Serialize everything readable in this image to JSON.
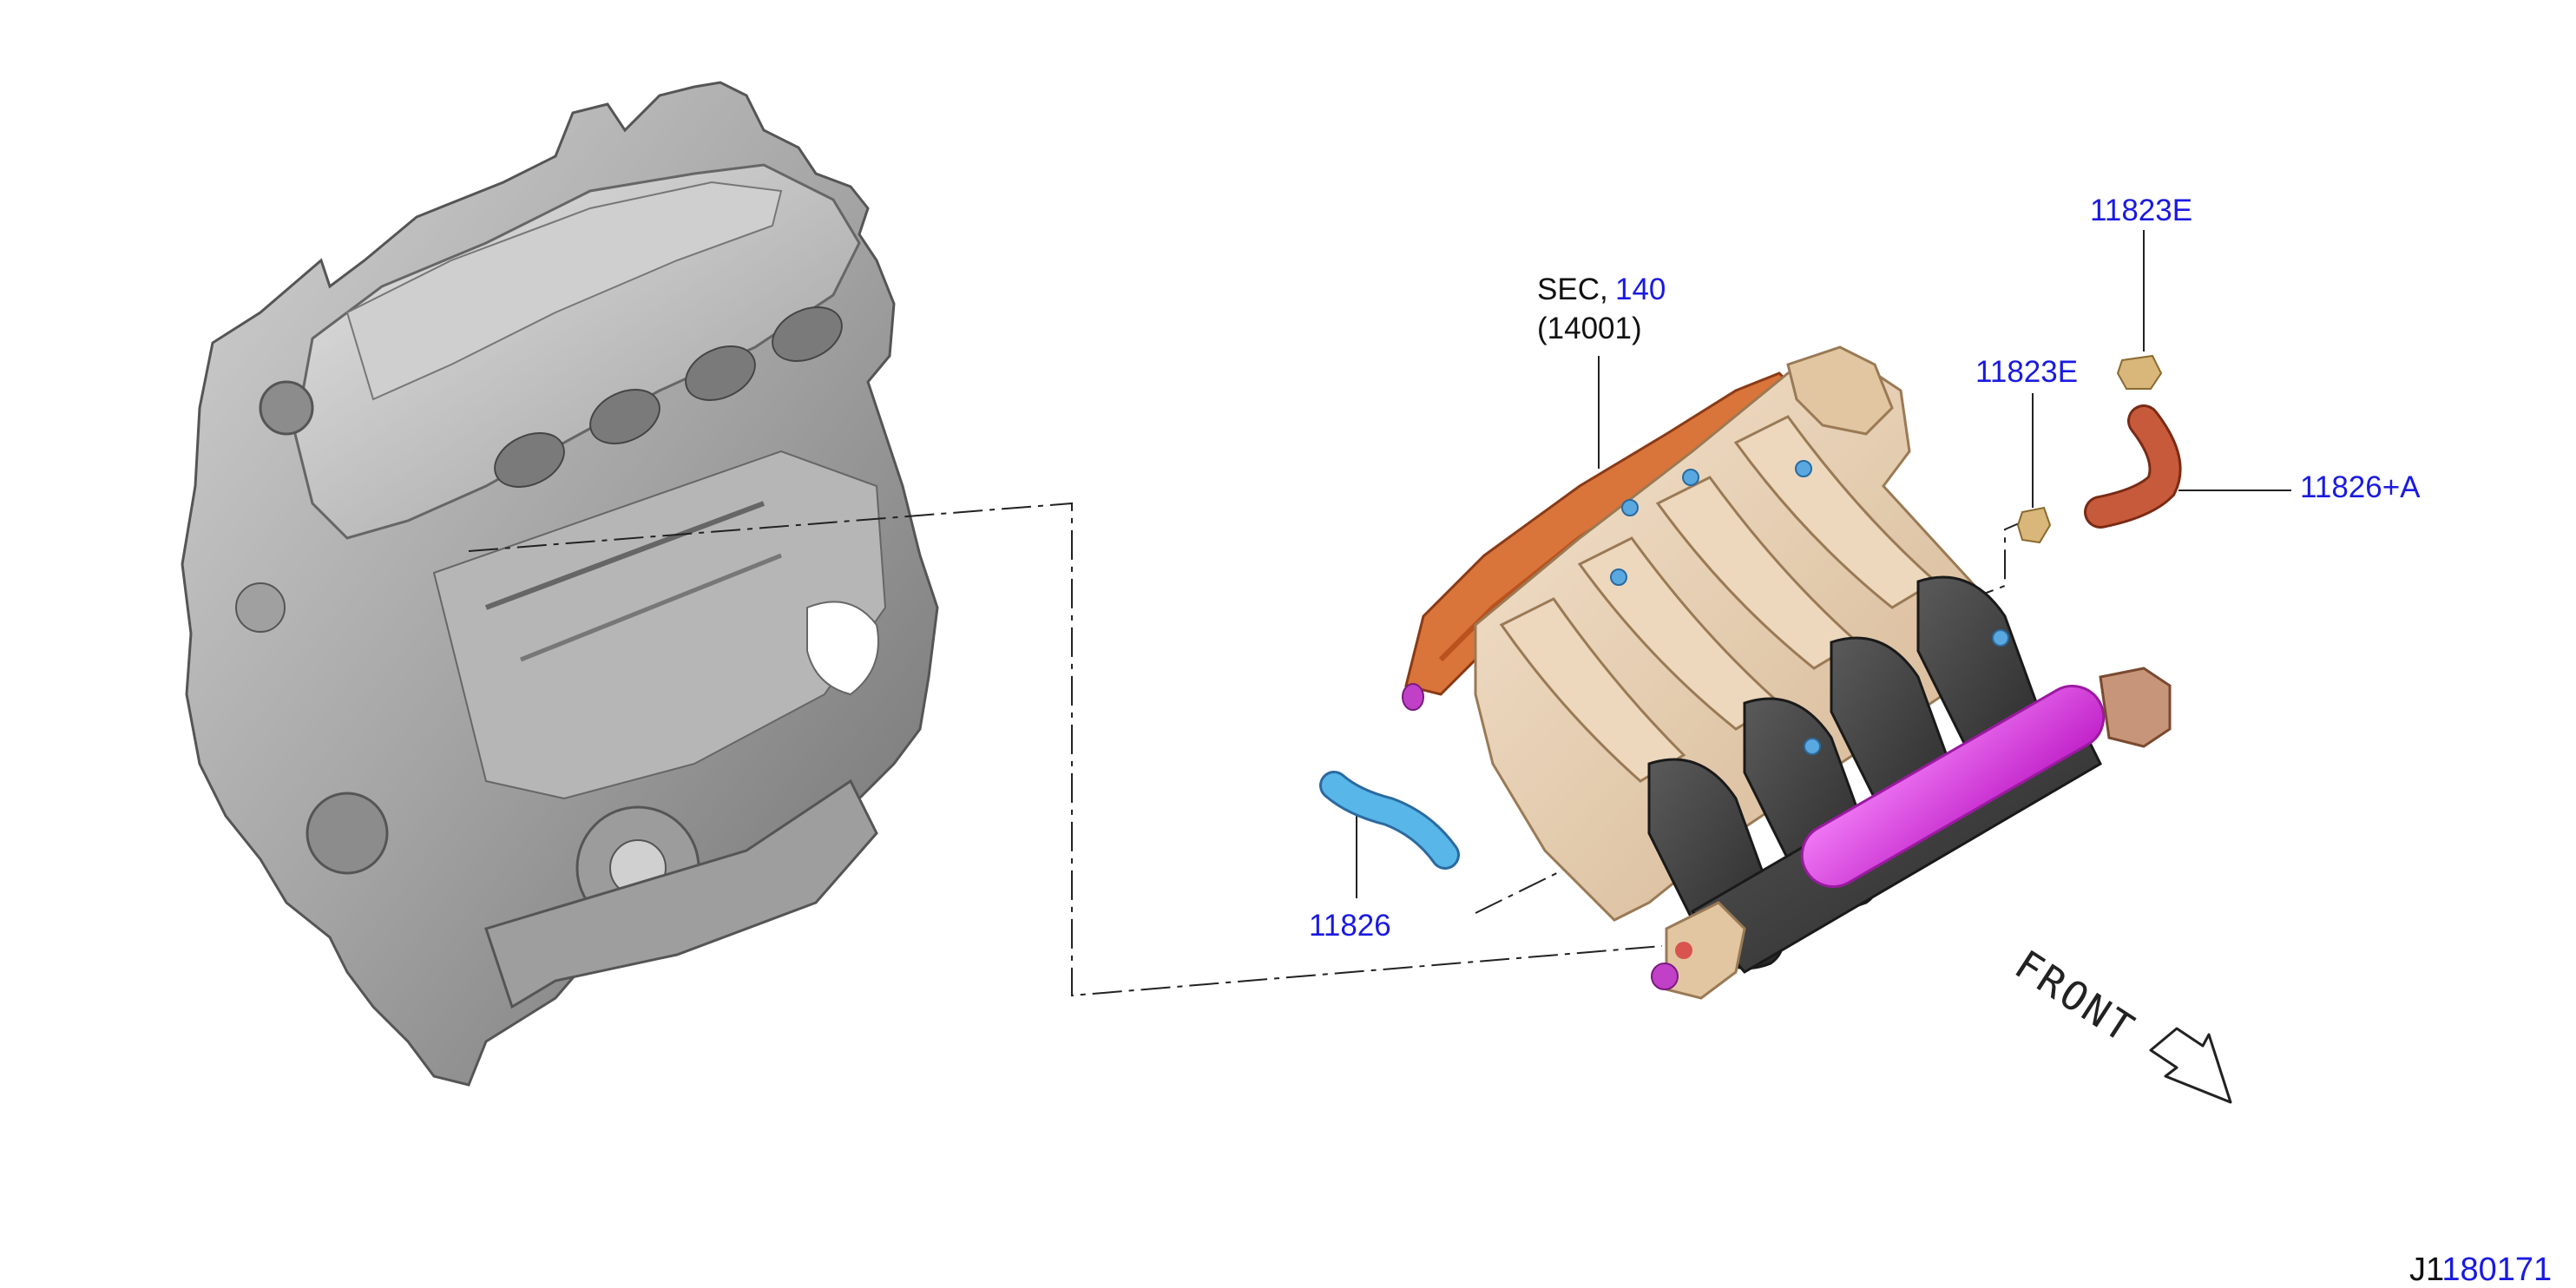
{
  "labels": {
    "sec_prefix": "SEC,",
    "sec_number": "140",
    "sec_part": "(14001)",
    "part_11823e_top": "11823E",
    "part_11823e_mid": "11823E",
    "part_11826a": "11826+A",
    "part_11826": "11826",
    "front": "FRONT",
    "diagram_code_prefix": "J1",
    "diagram_code_rest": "180171"
  },
  "colors": {
    "link_blue": "#1a1ae0",
    "engine_gray": "#a9a9a9",
    "manifold_tan": "#e8cfb0",
    "gasket_orange": "#d9743a",
    "runner_dark": "#3f3f3f",
    "rail_magenta": "#e040e8",
    "hose_blue": "#58b6e8",
    "hose_red": "#c65a3a",
    "clamp_gold": "#d9b77a"
  },
  "icons": {
    "engine": "engine-block-icon",
    "manifold": "intake-manifold-icon",
    "front_arrow": "front-arrow-icon"
  }
}
